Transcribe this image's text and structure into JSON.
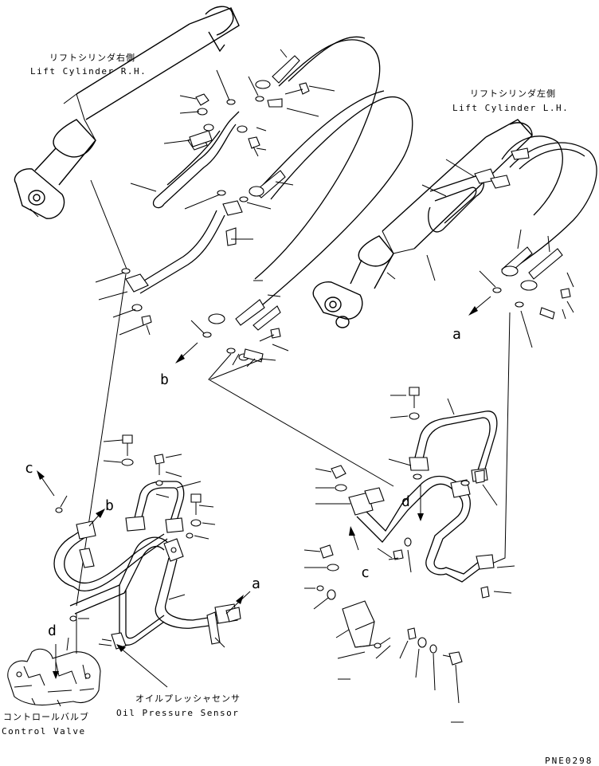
{
  "labels": {
    "lift_rh_jp": "リフトシリンダ右側",
    "lift_rh_en": "Lift Cylinder R.H.",
    "lift_lh_jp": "リフトシリンダ左側",
    "lift_lh_en": "Lift Cylinder L.H.",
    "oil_sensor_jp": "オイルプレッシャセンサ",
    "oil_sensor_en": "Oil Pressure Sensor",
    "control_valve_jp": "コントロールバルブ",
    "control_valve_en": "Control Valve"
  },
  "connection_refs": {
    "a_upper": "a",
    "b_upper": "b",
    "c_left": "c",
    "b_left": "b",
    "a_lower": "a",
    "d_left": "d",
    "d_right": "d",
    "c_right": "c"
  },
  "figure_code": "PNE0298"
}
